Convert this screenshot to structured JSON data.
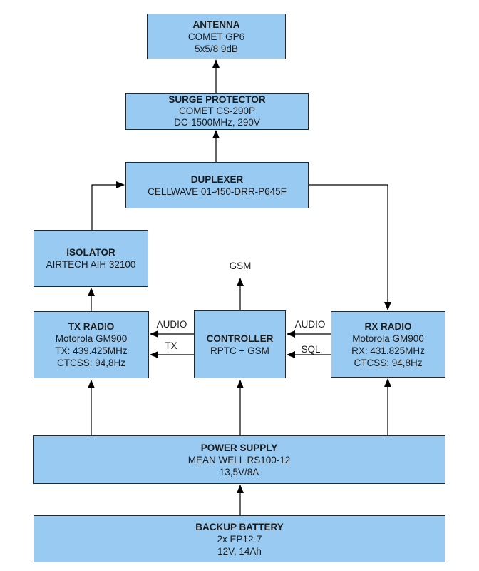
{
  "diagram": {
    "nodes": {
      "antenna": {
        "title": "ANTENNA",
        "lines": [
          "COMET GP6",
          "5x5/8 9dB"
        ]
      },
      "surge_protector": {
        "title": "SURGE PROTECTOR",
        "lines": [
          "COMET CS-290P",
          "DC-1500MHz, 290V"
        ]
      },
      "duplexer": {
        "title": "DUPLEXER",
        "lines": [
          "CELLWAVE 01-450-DRR-P645F"
        ]
      },
      "isolator": {
        "title": "ISOLATOR",
        "lines": [
          "AIRTECH AIH 32100"
        ]
      },
      "tx_radio": {
        "title": "TX RADIO",
        "lines": [
          "Motorola GM900",
          "TX: 439.425MHz",
          "CTCSS: 94,8Hz"
        ]
      },
      "controller": {
        "title": "CONTROLLER",
        "lines": [
          "RPTC + GSM"
        ]
      },
      "rx_radio": {
        "title": "RX RADIO",
        "lines": [
          "Motorola GM900",
          "RX: 431.825MHz",
          "CTCSS: 94,8Hz"
        ]
      },
      "power_supply": {
        "title": "POWER SUPPLY",
        "lines": [
          "MEAN WELL RS100-12",
          "13,5V/8A"
        ]
      },
      "backup_battery": {
        "title": "BACKUP BATTERY",
        "lines": [
          "2x EP12-7",
          "12V, 14Ah"
        ]
      }
    },
    "edge_labels": {
      "gsm": "GSM",
      "controller_to_tx_audio": "AUDIO",
      "controller_to_tx_ptt": "TX",
      "rx_to_controller_audio": "AUDIO",
      "rx_to_controller_squelch": "SQL"
    },
    "colors": {
      "node_fill": "#99CAF2",
      "node_border": "#1E2933",
      "wire": "#000000",
      "text": "#1C1C1C",
      "background": "#FFFFFF"
    }
  }
}
